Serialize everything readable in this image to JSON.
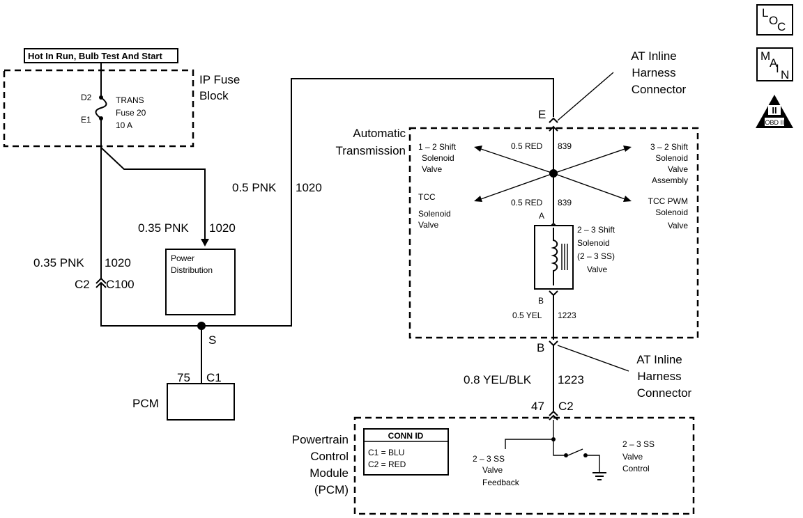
{
  "nav_icons": {
    "loc": [
      "L",
      "O",
      "C"
    ],
    "main": [
      "M",
      "A",
      "I",
      "N"
    ],
    "obd": {
      "numeral": "II",
      "label": "OBD II"
    }
  },
  "fuse_block": {
    "header": "Hot In Run, Bulb Test And Start",
    "title": [
      "IP Fuse",
      "Block"
    ],
    "fuse_lines": [
      "TRANS",
      "Fuse 20",
      "10 A"
    ],
    "term_top": "D2",
    "term_bottom": "E1"
  },
  "wires": {
    "fuse_main": [
      "0.35 PNK",
      "1020"
    ],
    "power_dist": [
      "0.35 PNK",
      "1020"
    ],
    "trans_feed": [
      "0.5 PNK",
      "1020"
    ],
    "red_upper": [
      "0.5 RED",
      "839"
    ],
    "red_lower": [
      "0.5 RED",
      "839"
    ],
    "yel_inside": [
      "0.5 YEL",
      "1223"
    ],
    "yelblk": [
      "0.8 YEL/BLK",
      "1223"
    ]
  },
  "connectors": {
    "c2_c100": [
      "C2",
      "C100"
    ],
    "splice": "S",
    "pcm_pin": [
      "75",
      "C1"
    ],
    "e": "E",
    "a": "A",
    "b_inner": "B",
    "b_outer": "B",
    "pcm_c2": [
      "47",
      "C2"
    ]
  },
  "boxes": {
    "power_distribution": [
      "Power",
      "Distribution"
    ],
    "pcm": "PCM"
  },
  "harness_top": [
    "AT Inline",
    "Harness",
    "Connector"
  ],
  "harness_bottom": [
    "AT Inline",
    "Harness",
    "Connector"
  ],
  "transmission": {
    "title": [
      "Automatic",
      "Transmission"
    ],
    "valve_12": [
      "1 – 2 Shift",
      "Solenoid",
      "Valve"
    ],
    "valve_32": [
      "3 – 2 Shift",
      "Solenoid",
      "Valve",
      "Assembly"
    ],
    "valve_tcc": [
      "TCC",
      "Solenoid",
      "Valve"
    ],
    "valve_tccpwm": [
      "TCC PWM",
      "Solenoid",
      "Valve"
    ],
    "valve_23": [
      "2 – 3 Shift",
      "Solenoid",
      "(2 – 3 SS)",
      "Valve"
    ]
  },
  "pcm_module": {
    "title": [
      "Powertrain",
      "Control",
      "Module",
      "(PCM)"
    ],
    "conn_id": {
      "header": "CONN ID",
      "lines": [
        "C1  =  BLU",
        "C2  =  RED"
      ]
    },
    "feedback": [
      "2 – 3 SS",
      "Valve",
      "Feedback"
    ],
    "control": [
      "2 – 3 SS",
      "Valve",
      "Control"
    ]
  }
}
